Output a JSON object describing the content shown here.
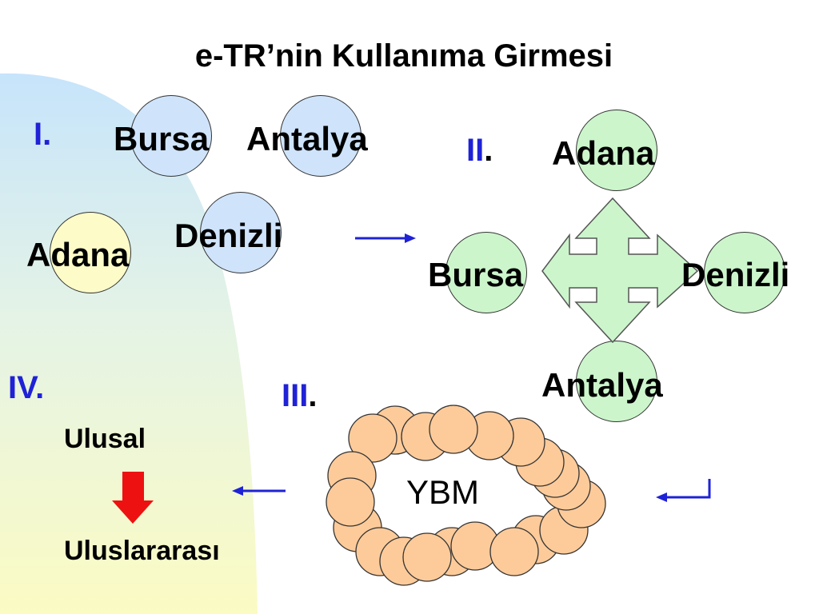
{
  "slide": {
    "title": "e-TR’nin Kullanıma Girmesi"
  },
  "stage1": {
    "roman": "I.",
    "cities": [
      "Bursa",
      "Antalya",
      "Denizli",
      "Adana"
    ]
  },
  "stage2": {
    "roman": "II",
    "dot": ".",
    "top": "Adana",
    "left": "Bursa",
    "right": "Denizli",
    "bottom": "Antalya"
  },
  "stage3": {
    "roman": "III",
    "dot": ".",
    "center": "YBM"
  },
  "stage4": {
    "roman": "IV.",
    "from": "Ulusal",
    "to": "Uluslararası"
  },
  "colors": {
    "roman": "#1f22d6",
    "arrow": "#1f22d6",
    "down_arrow": "#ee1111",
    "cross_arrow": "#ccf5cc",
    "ring_bead": "#fdcb9a",
    "stage1_circle": "#cfe4fb",
    "stage1_adana_circle": "#fdfbc8",
    "stage2_circle": "#ccf5cc"
  }
}
